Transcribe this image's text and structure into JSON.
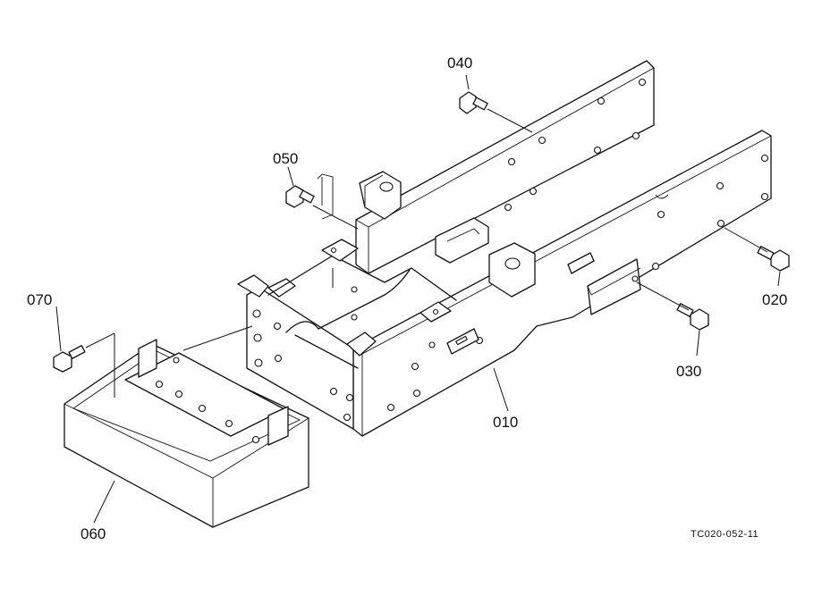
{
  "diagram": {
    "part_labels": {
      "p010": "010",
      "p020": "020",
      "p030": "030",
      "p040": "040",
      "p050": "050",
      "p060": "060",
      "p070": "070"
    },
    "figure_code": "TC020-052-11",
    "colors": {
      "line": "#111111",
      "background": "#ffffff"
    }
  }
}
